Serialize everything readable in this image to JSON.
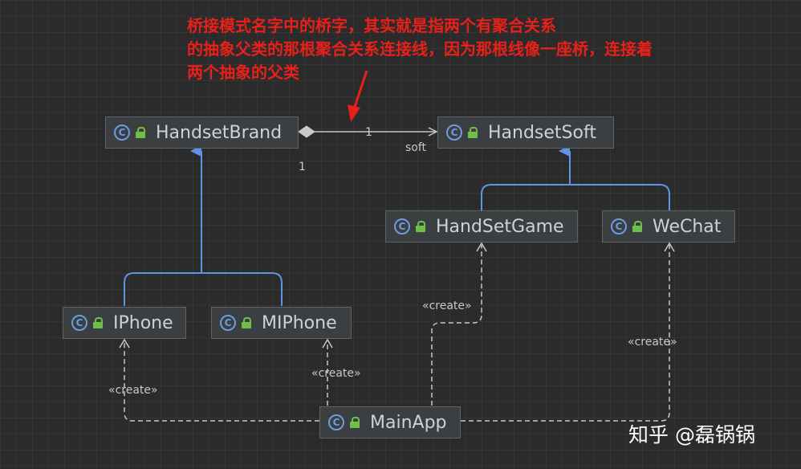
{
  "annotation": {
    "lines": [
      "桥接模式名字中的桥字，其实就是指两个有聚合关系",
      "的抽象父类的那根聚合关系连接线，因为那根线像一座桥，连接着",
      "两个抽象的父类"
    ],
    "color": "#e8201a"
  },
  "nodes": {
    "handset_brand": "HandsetBrand",
    "handset_soft": "HandsetSoft",
    "handset_game": "HandSetGame",
    "wechat": "WeChat",
    "iphone": "IPhone",
    "miphone": "MIPhone",
    "main_app": "MainApp"
  },
  "icons": {
    "class_icon": "c-circle-icon",
    "visibility_icon": "open-lock-icon",
    "class_letter": "C"
  },
  "edge_labels": {
    "agg_near_target": "1",
    "agg_role": "soft",
    "agg_near_source": "1",
    "create_handsetgame": "«create»",
    "create_iphone": "«create»",
    "create_miphone": "«create»",
    "create_wechat": "«create»"
  },
  "colors": {
    "background": "#2b2b2b",
    "inheritance": "#5e95e8",
    "dependency": "#c8c8c8",
    "aggregation": "#c8c8c8"
  },
  "watermark": "知乎 @磊锅锅"
}
